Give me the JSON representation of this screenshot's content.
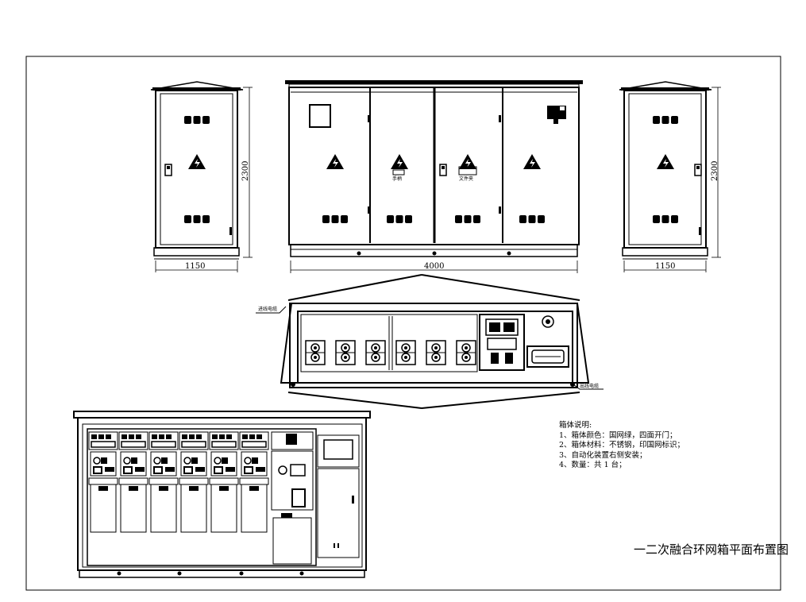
{
  "dimensions": {
    "left_width": "1150",
    "center_width": "4000",
    "right_width": "1150",
    "left_height": "2300",
    "right_height": "2300"
  },
  "labels": {
    "door_handle_left": "手柄",
    "door_handle_right": "文件夹",
    "cable_in": "进线电缆",
    "cable_out": "出线电缆"
  },
  "notes": {
    "heading": "箱体说明:",
    "items": [
      "1、箱体颜色：国网绿，四面开门；",
      "2、箱体材料：不锈钢，印国网标识；",
      "3、自动化装置右侧安装；",
      "4、数量：共 1 台；"
    ]
  },
  "drawing_title": "一二次融合环网箱平面布置图"
}
